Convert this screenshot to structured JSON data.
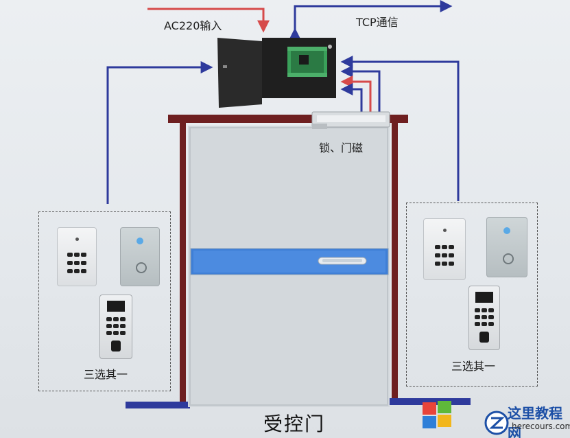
{
  "labels": {
    "ac_input": "AC220输入",
    "tcp": "TCP通信",
    "lock": "锁、门磁",
    "left_choice": "三选其一",
    "right_choice": "三选其一",
    "door_title": "受控门"
  },
  "watermark": {
    "name": "这里教程网",
    "site": "herecours.com"
  },
  "colors": {
    "power_wire": "#d64a4a",
    "signal_wire": "#2e3a9c",
    "door_frame": "#6e1f20",
    "door_bar": "#3f7fd6",
    "cabinet": "#262626"
  }
}
